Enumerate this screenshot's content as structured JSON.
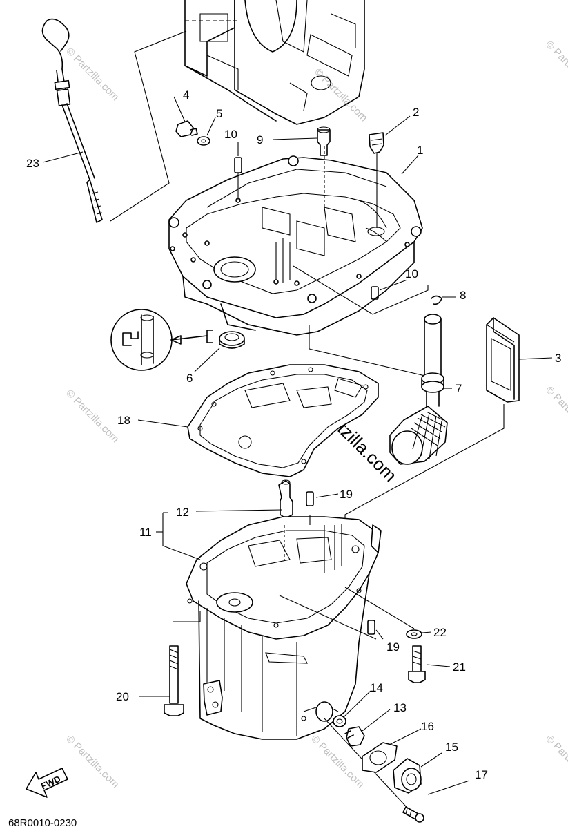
{
  "diagram_code": "68R0010-0230",
  "fwd_label": "FWD",
  "watermark_main": "© Partzilla.com",
  "watermark_small": "© Partzilla.com",
  "callouts": {
    "p1": "1",
    "p2": "2",
    "p3": "3",
    "p4": "4",
    "p5": "5",
    "p6": "6",
    "p7": "7",
    "p8": "8",
    "p9": "9",
    "p10a": "10",
    "p10b": "10",
    "p11": "11",
    "p12": "12",
    "p13": "13",
    "p14": "14",
    "p15": "15",
    "p16": "16",
    "p17": "17",
    "p18": "18",
    "p19a": "19",
    "p19b": "19",
    "p20": "20",
    "p21": "21",
    "p22": "22",
    "p23": "23"
  }
}
